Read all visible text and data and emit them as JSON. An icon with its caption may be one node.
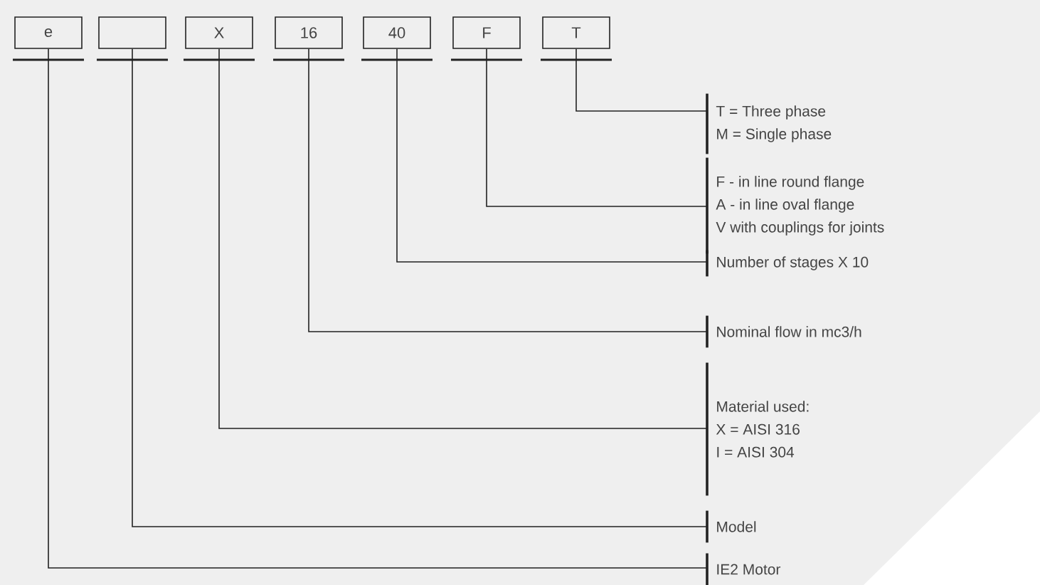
{
  "diagram": {
    "nodes": [
      {
        "text": [
          "e"
        ]
      },
      {
        "text": [],
        "shape": "box"
      },
      {
        "text": [
          "X"
        ]
      },
      {
        "text": [
          "16"
        ]
      },
      {
        "text": [
          "40"
        ]
      },
      {
        "text": [
          "F"
        ]
      },
      {
        "text": [
          "T"
        ]
      },
      {
        "text": [
          "T = Three phase",
          "M = Single phase"
        ]
      },
      {
        "text": [
          "F - in line round flange",
          "A - in line oval flange",
          "V with couplings for joints"
        ]
      },
      {
        "text": [
          "Number of stages X 10"
        ]
      },
      {
        "text": [
          "Nominal flow in mc3/h"
        ]
      },
      {
        "text": [
          "Material used:",
          "X = AISI 316",
          "I = AISI 304"
        ]
      },
      {
        "text": [
          "Model"
        ]
      },
      {
        "text": [
          "IE2 Motor"
        ]
      }
    ],
    "edges": [
      {
        "from": 6,
        "to": 7,
        "arrow": "none"
      },
      {
        "from": 5,
        "to": 8,
        "arrow": "none"
      },
      {
        "from": 4,
        "to": 9,
        "arrow": "none"
      },
      {
        "from": 3,
        "to": 10,
        "arrow": "none"
      },
      {
        "from": 2,
        "to": 11,
        "arrow": "none"
      },
      {
        "from": 1,
        "to": 12,
        "arrow": "none"
      },
      {
        "from": 0,
        "to": 13,
        "arrow": "none"
      }
    ]
  }
}
